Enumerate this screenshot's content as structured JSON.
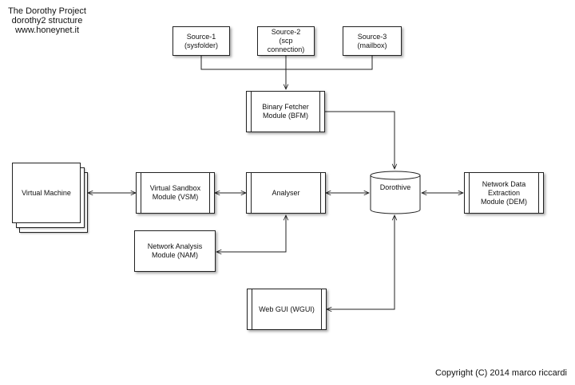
{
  "header": {
    "line1": "The Dorothy Project",
    "line2": "dorothy2 structure",
    "line3": "www.honeynet.it"
  },
  "copyright": "Copyright (C) 2014 marco riccardi",
  "nodes": {
    "source1": {
      "line1": "Source-1",
      "line2": "(sysfolder)"
    },
    "source2": {
      "line1": "Source-2 (scp",
      "line2": "connection)"
    },
    "source3": {
      "line1": "Source-3",
      "line2": "(mailbox)"
    },
    "bfm": {
      "line1": "Binary Fetcher",
      "line2": "Module (BFM)"
    },
    "vm": {
      "label": "Virtual Machine"
    },
    "vsm": {
      "line1": "Virtual Sandbox",
      "line2": "Module (VSM)"
    },
    "analyser": {
      "label": "Analyser"
    },
    "dorothive": {
      "label": "Dorothive"
    },
    "dem": {
      "line1": "Network Data",
      "line2": "Extraction",
      "line3": "Module (DEM)"
    },
    "nam": {
      "line1": "Network Analysis",
      "line2": "Module (NAM)"
    },
    "wgui": {
      "label": "Web GUI (WGUI)"
    }
  }
}
